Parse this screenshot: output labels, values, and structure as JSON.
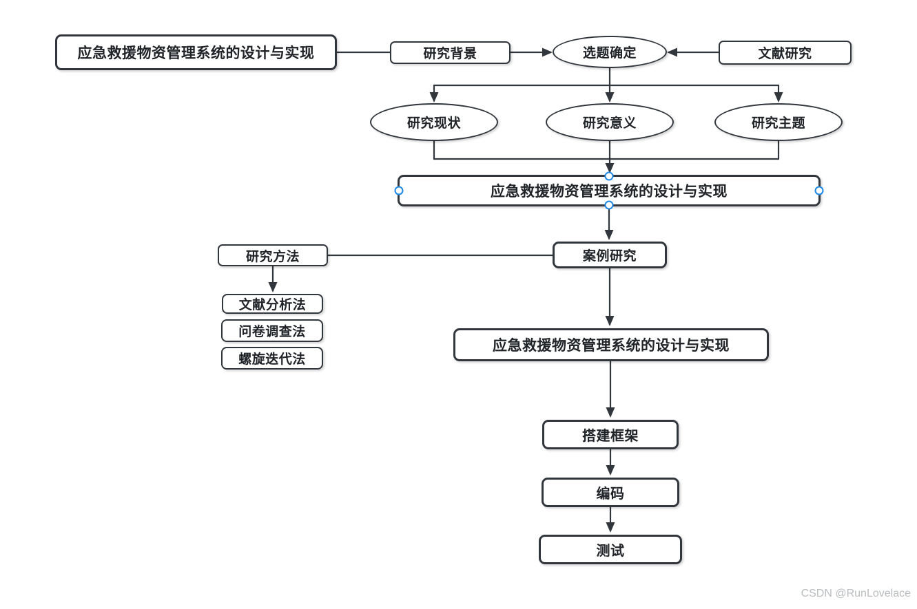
{
  "watermark": "CSDN @RunLovelace",
  "colors": {
    "stroke": "#31363c",
    "text": "#202327",
    "handle": "#1e88e5",
    "watermark_color": "#b9bcbe",
    "canvas": "#ffffff"
  },
  "nodes": {
    "title_top": "应急救援物资管理系统的设计与实现",
    "research_background": "研究背景",
    "topic_selection": "选题确定",
    "literature_research": "文献研究",
    "research_status": "研究现状",
    "research_significance": "研究意义",
    "research_theme": "研究主题",
    "title_selected": "应急救援物资管理系统的设计与实现",
    "research_method": "研究方法",
    "case_study": "案例研究",
    "literature_analysis": "文献分析法",
    "questionnaire_survey": "问卷调查法",
    "spiral_iteration": "螺旋迭代法",
    "title_mid": "应急救援物资管理系统的设计与实现",
    "build_framework": "搭建框架",
    "coding": "编码",
    "testing": "测试"
  }
}
